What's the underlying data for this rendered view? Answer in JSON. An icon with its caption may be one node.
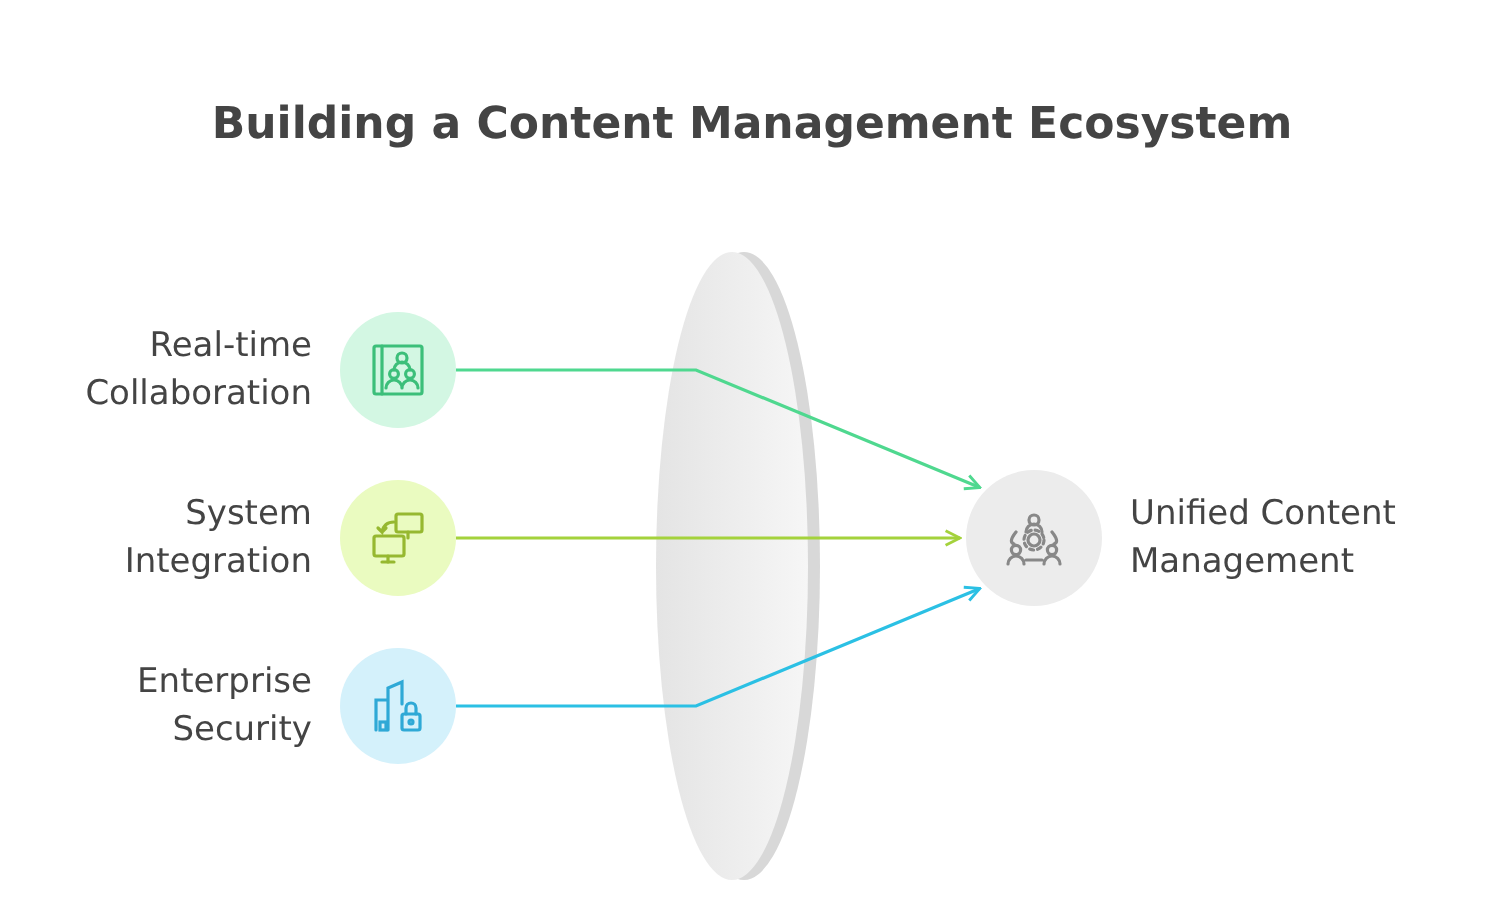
{
  "diagram": {
    "title": "Building a Content Management Ecosystem",
    "nodes": [
      {
        "text": [
          "Real-time Collaboration"
        ]
      },
      {
        "text": [
          "System Integration"
        ]
      },
      {
        "text": [
          "Enterprise Security"
        ]
      },
      {
        "text": [
          "Unified Content Management"
        ]
      }
    ],
    "edges": [
      {
        "from": 0,
        "to": 3,
        "arrow": "to",
        "color": "#4fd88f"
      },
      {
        "from": 1,
        "to": 3,
        "arrow": "to",
        "color": "#a4d23c"
      },
      {
        "from": 2,
        "to": 3,
        "arrow": "to",
        "color": "#2bc0e4"
      }
    ]
  }
}
